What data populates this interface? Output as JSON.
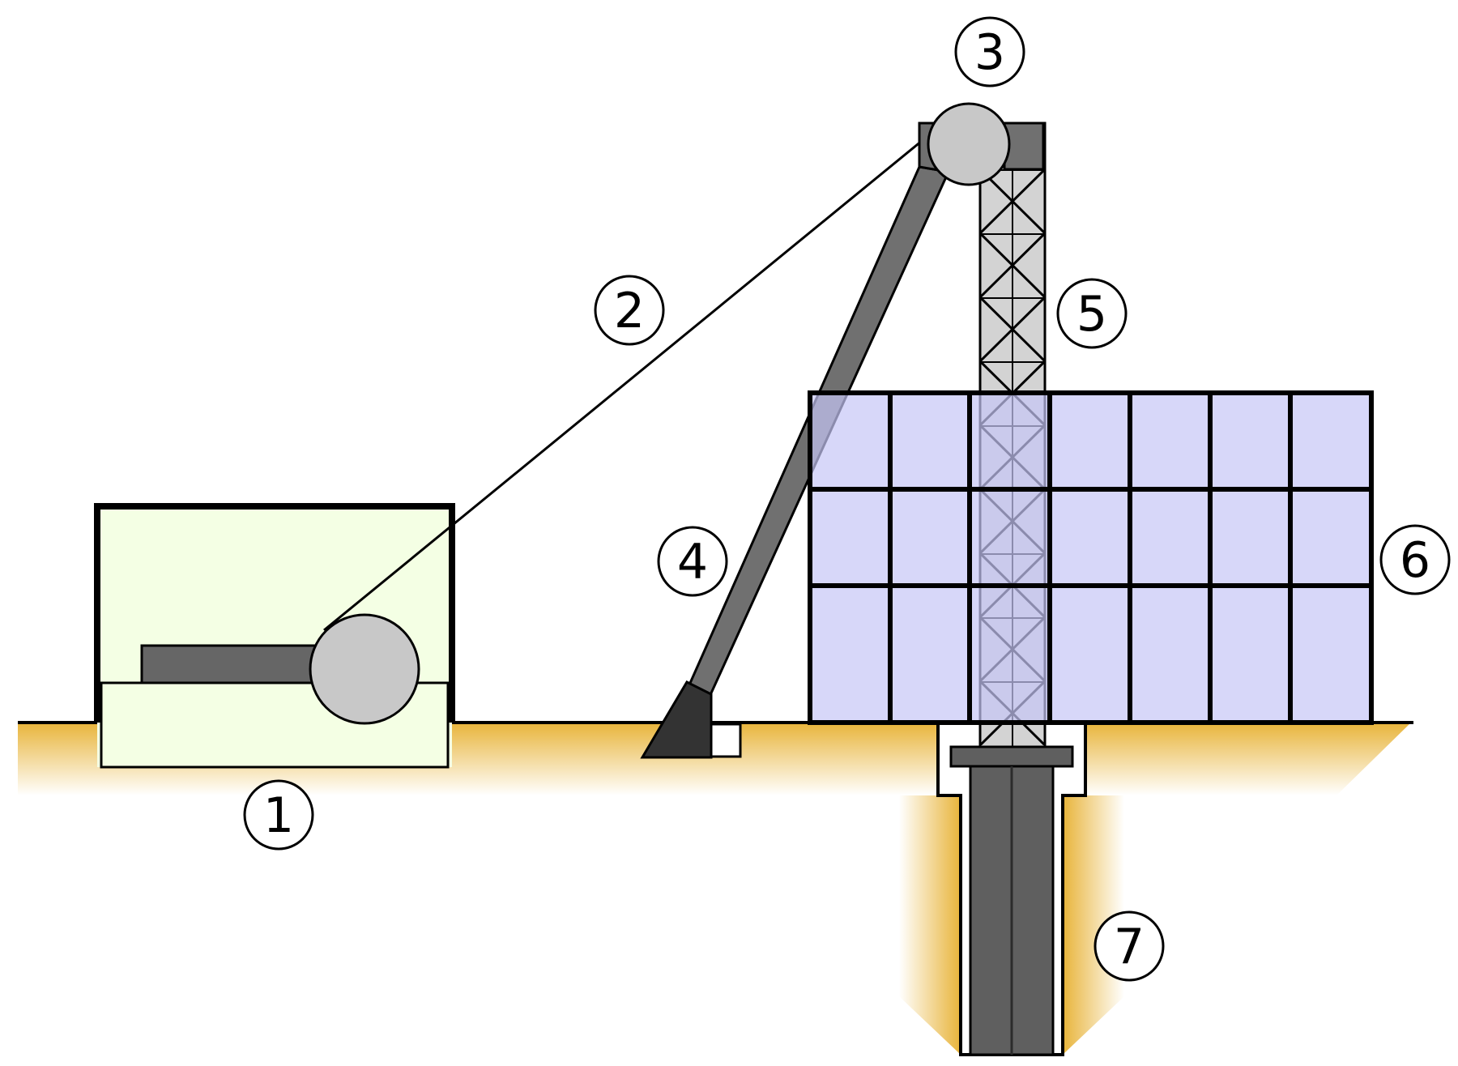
{
  "diagram": {
    "callouts": [
      {
        "id": "1",
        "label": "1"
      },
      {
        "id": "2",
        "label": "2"
      },
      {
        "id": "3",
        "label": "3"
      },
      {
        "id": "4",
        "label": "4"
      },
      {
        "id": "5",
        "label": "5"
      },
      {
        "id": "6",
        "label": "6"
      },
      {
        "id": "7",
        "label": "7"
      }
    ],
    "colors": {
      "ground": "#e8b43a",
      "winch_house_fill": "#f4ffe4",
      "pulley_fill": "#c8c8c8",
      "boom_fill": "#707070",
      "tower_fill": "#d3d3d3",
      "panel_fill": "#d8d8fb",
      "pipe_fill": "#5f5f5f",
      "anchor_fill": "#333333",
      "stroke": "#000000"
    }
  }
}
